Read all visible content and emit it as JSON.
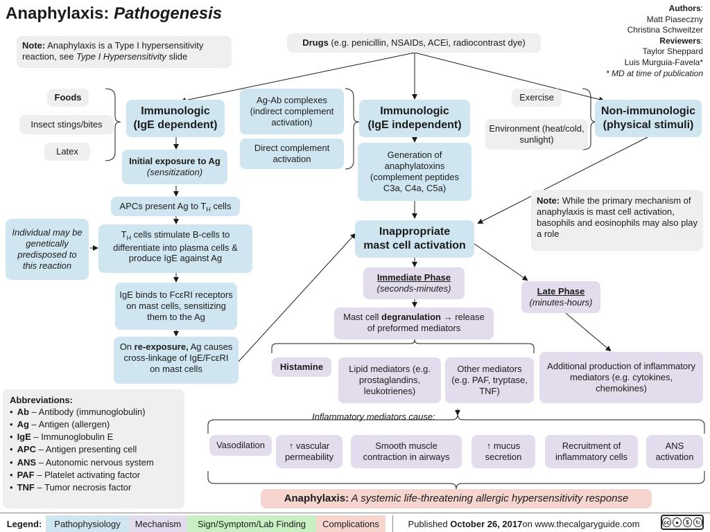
{
  "title": {
    "main": "Anaphylaxis:",
    "sub": "Pathogenesis"
  },
  "authors": {
    "authors_label": "Authors",
    "author1": "Matt Piaseczny",
    "author2": "Christina Schweitzer",
    "reviewers_label": "Reviewers",
    "reviewer1": "Taylor Sheppard",
    "reviewer2": "Luis Murguia-Favela*",
    "footnote": "* MD at time of publication"
  },
  "note1": {
    "label": "Note:",
    "text1": "Anaphylaxis is a Type I hypersensitivity reaction, see ",
    "ref": "Type I Hypersensitivity",
    "text2": " slide"
  },
  "drugs": {
    "label": "Drugs",
    "text": " (e.g. penicillin, NSAIDs, ACEi, radiocontrast dye)"
  },
  "triggers": {
    "foods": "Foods",
    "insect": "Insect stings/bites",
    "latex": "Latex",
    "exercise": "Exercise",
    "environment": "Environment (heat/cold, sunlight)"
  },
  "immuno_dep": {
    "line1": "Immunologic",
    "line2": "(IgE dependent)"
  },
  "agab": "Ag-Ab complexes (indirect complement activation)",
  "direct_complement": "Direct complement activation",
  "immuno_indep": {
    "line1": "Immunologic",
    "line2": "(IgE independent)"
  },
  "nonimmuno": {
    "line1": "Non-immunologic",
    "line2": "(physical stimuli)"
  },
  "initial_exposure": {
    "line1": "Initial exposure to Ag",
    "line2": "(sensitization)"
  },
  "apc": {
    "text": "APCs present Ag to T",
    "sub": "H",
    "after": " cells"
  },
  "genetic": "Individual may be genetically predisposed to this reaction",
  "th_cells": {
    "pre": "T",
    "sub": "H",
    "text": " cells stimulate B-cells to differentiate into plasma cells & produce IgE against Ag"
  },
  "ige_binds": "IgE binds to FcεRI receptors on mast cells, sensitizing them to the Ag",
  "reexposure": {
    "pre": "On ",
    "bold": "re-exposure,",
    "text": " Ag causes cross-linkage of IgE/FcεRI on mast cells"
  },
  "anaphylatoxins": "Generation of anaphylatoxins (complement peptides C3a, C4a, C5a)",
  "note2": {
    "label": "Note:",
    "text": " While the primary mechanism of anaphylaxis is mast cell activation, basophils and eosinophils may also play a role"
  },
  "mast_activation": {
    "line1": "Inappropriate",
    "line2": "mast cell activation"
  },
  "immediate": {
    "title": "Immediate Phase",
    "sub": "(seconds-minutes)"
  },
  "late": {
    "title": "Late Phase",
    "sub": "(minutes-hours)"
  },
  "degranulation": {
    "pre": "Mast cell ",
    "bold": "degranulation",
    "post": " → release of preformed mediators"
  },
  "mediators": {
    "histamine": "Histamine",
    "lipid": "Lipid mediators (e.g. prostaglandins, leukotrienes)",
    "other": "Other mediators (e.g. PAF, tryptase, TNF)",
    "additional": "Additional production of inflammatory mediators (e.g. cytokines, chemokines)"
  },
  "cause_label": "Inflammatory mediators cause:",
  "effects": {
    "vasodilation": "Vasodilation",
    "vascular": "↑ vascular permeability",
    "smooth": "Smooth muscle contraction in airways",
    "mucus": "↑ mucus secretion",
    "recruitment": "Recruitment of inflammatory cells",
    "ans": "ANS activation"
  },
  "final": {
    "bold": "Anaphylaxis:",
    "text": " A systemic life-threatening allergic hypersensitivity response"
  },
  "abbreviations": {
    "title": "Abbreviations:",
    "items": [
      {
        "abbr": "Ab",
        "def": " – Antibody (immunoglobulin)"
      },
      {
        "abbr": "Ag",
        "def": " – Antigen (allergen)"
      },
      {
        "abbr": "IgE",
        "def": " – Immunoglobulin E"
      },
      {
        "abbr": "APC",
        "def": " – Antigen presenting cell"
      },
      {
        "abbr": "ANS",
        "def": " – Autonomic nervous system"
      },
      {
        "abbr": "PAF",
        "def": " – Platelet activating factor"
      },
      {
        "abbr": "TNF",
        "def": " – Tumor necrosis factor"
      }
    ]
  },
  "legend": {
    "label": "Legend:",
    "patho": "Pathophysiology",
    "mechanism": "Mechanism",
    "sign": "Sign/Symptom/Lab Finding",
    "complications": "Complications",
    "published_pre": "Published ",
    "published_date": "October 26, 2017",
    "published_post": " on www.thecalgaryguide.com",
    "cc": "cc"
  },
  "colors": {
    "blue": "#cfe6f1",
    "purple": "#e3dcec",
    "gray": "#efefef",
    "pink": "#f7d5cf",
    "green": "#c8f0c2"
  }
}
